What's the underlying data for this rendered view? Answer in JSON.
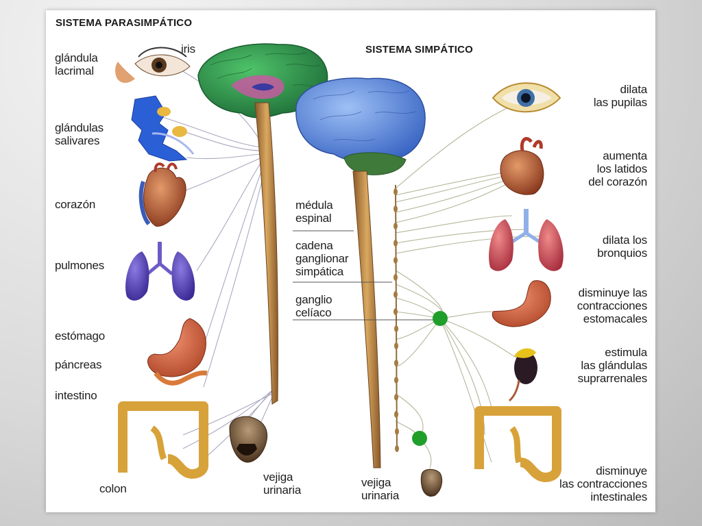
{
  "titles": {
    "parasympathetic": "SISTEMA PARASIMPÁTICO",
    "sympathetic": "SISTEMA SIMPÁTICO"
  },
  "left_labels": {
    "iris": "iris",
    "lacrimal": "glándula\nlacrimal",
    "salivary": "glándulas\nsalivares",
    "heart": "corazón",
    "lungs": "pulmones",
    "stomach": "estómago",
    "pancreas": "páncreas",
    "intestine": "intestino",
    "colon": "colon",
    "bladder": "vejiga\nurinaria"
  },
  "center_labels": {
    "spinal_cord": "médula\nespinal",
    "ganglion_chain": "cadena\nganglionar\nsimpática",
    "celiac_ganglion": "ganglio\ncelíaco",
    "bladder": "vejiga\nurinaria"
  },
  "right_labels": {
    "pupils": "dilata\nlas pupilas",
    "heartbeat": "aumenta\nlos latidos\ndel corazón",
    "bronchi": "dilata los\nbronquios",
    "stomach": "disminuye las\ncontracciones\nestomacales",
    "adrenal": "estimula\nlas glándulas\nsuprarrenales",
    "intestine": "disminuye\nlas contracciones\nintestinales"
  },
  "icons": {
    "brain_left": "brain-icon",
    "brain_right": "brain-icon",
    "eye": "eye-icon",
    "heart": "heart-icon",
    "lungs": "lungs-icon",
    "stomach": "stomach-icon",
    "colon": "colon-icon",
    "bladder": "bladder-icon",
    "adrenal": "adrenal-gland-icon",
    "ganglion": "ganglion-icon"
  },
  "colors": {
    "brain_left": "#2f8f4f",
    "brain_right": "#5b86d8",
    "spinal_cord": "#b8874a",
    "ganglion": "#1f9e2a",
    "organ_red": "#c0504a",
    "lungs_left": "#5b45b0",
    "colon": "#d8a23a"
  }
}
